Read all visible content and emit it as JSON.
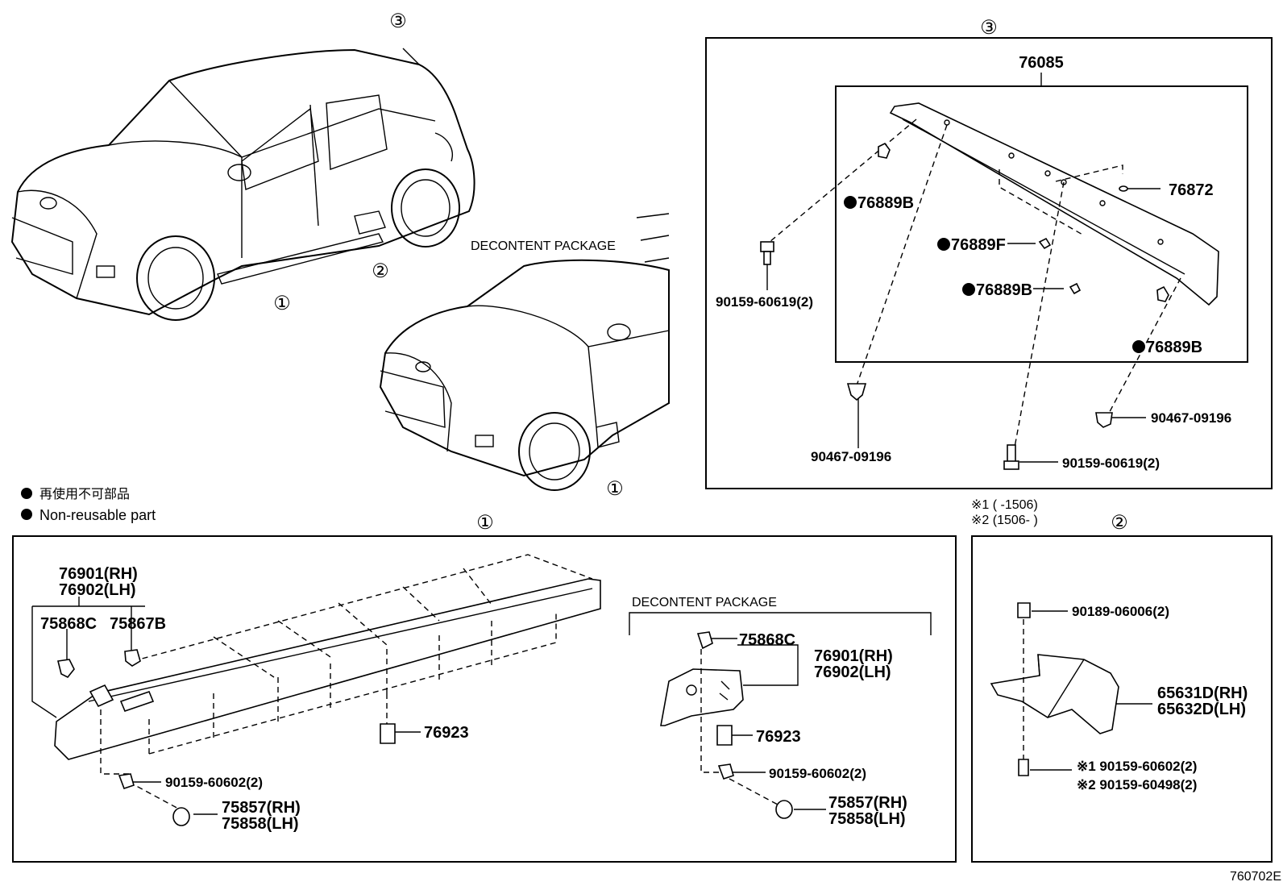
{
  "callouts": {
    "c1": "①",
    "c2": "②",
    "c3": "③"
  },
  "labels": {
    "decontent_package": "DECONTENT PACKAGE",
    "legend_jp": "再使用不可部品",
    "legend_en": "Non-reusable part",
    "note_1": "※1 (         -1506)",
    "note_2": "※2 (1506-         )",
    "figure_id": "760702E"
  },
  "section3": {
    "p76085": "76085",
    "p76872": "76872",
    "p76889B_a": "76889B",
    "p76889F": "76889F",
    "p76889B_b": "76889B",
    "p76889B_c": "76889B",
    "p90159_60619_a": "90159-60619(2)",
    "p90159_60619_b": "90159-60619(2)",
    "p90467_09196_a": "90467-09196",
    "p90467_09196_b": "90467-09196"
  },
  "section1": {
    "p76901": "76901(RH)",
    "p76902": "76902(LH)",
    "p75868C": "75868C",
    "p75867B": "75867B",
    "p76923": "76923",
    "p90159_60602": "90159-60602(2)",
    "p75857": "75857(RH)",
    "p75858": "75858(LH)",
    "d_p75868C": "75868C",
    "d_p76901": "76901(RH)",
    "d_p76902": "76902(LH)",
    "d_p76923": "76923",
    "d_p90159_60602": "90159-60602(2)",
    "d_p75857": "75857(RH)",
    "d_p75858": "75858(LH)"
  },
  "section2": {
    "p90189_06006": "90189-06006(2)",
    "p65631D": "65631D(RH)",
    "p65632D": "65632D(LH)",
    "p90159_60602": "※1  90159-60602(2)",
    "p90159_60498": "※2  90159-60498(2)"
  }
}
